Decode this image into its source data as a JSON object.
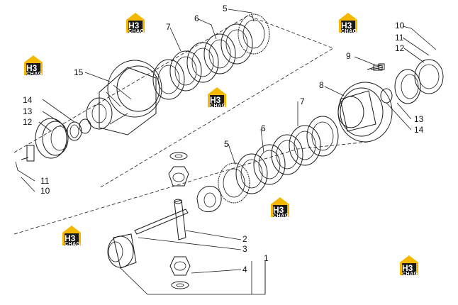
{
  "diagram": {
    "callouts": [
      {
        "id": "c1",
        "label": "1"
      },
      {
        "id": "c2",
        "label": "2"
      },
      {
        "id": "c3",
        "label": "3"
      },
      {
        "id": "c4",
        "label": "4"
      },
      {
        "id": "c5a",
        "label": "5"
      },
      {
        "id": "c5b",
        "label": "5"
      },
      {
        "id": "c6a",
        "label": "6"
      },
      {
        "id": "c6b",
        "label": "6"
      },
      {
        "id": "c7a",
        "label": "7"
      },
      {
        "id": "c7b",
        "label": "7"
      },
      {
        "id": "c8",
        "label": "8"
      },
      {
        "id": "c9",
        "label": "9"
      },
      {
        "id": "c10a",
        "label": "10"
      },
      {
        "id": "c10b",
        "label": "10"
      },
      {
        "id": "c11a",
        "label": "11"
      },
      {
        "id": "c11b",
        "label": "11"
      },
      {
        "id": "c12a",
        "label": "12"
      },
      {
        "id": "c12b",
        "label": "12"
      },
      {
        "id": "c13a",
        "label": "13"
      },
      {
        "id": "c13b",
        "label": "13"
      },
      {
        "id": "c14a",
        "label": "14"
      },
      {
        "id": "c14b",
        "label": "14"
      },
      {
        "id": "c15",
        "label": "15"
      }
    ]
  },
  "watermark": {
    "top": "H3",
    "bottom": "CHAG",
    "colors": {
      "yellow": "#f5b800",
      "dark": "#1a1a1a"
    }
  }
}
